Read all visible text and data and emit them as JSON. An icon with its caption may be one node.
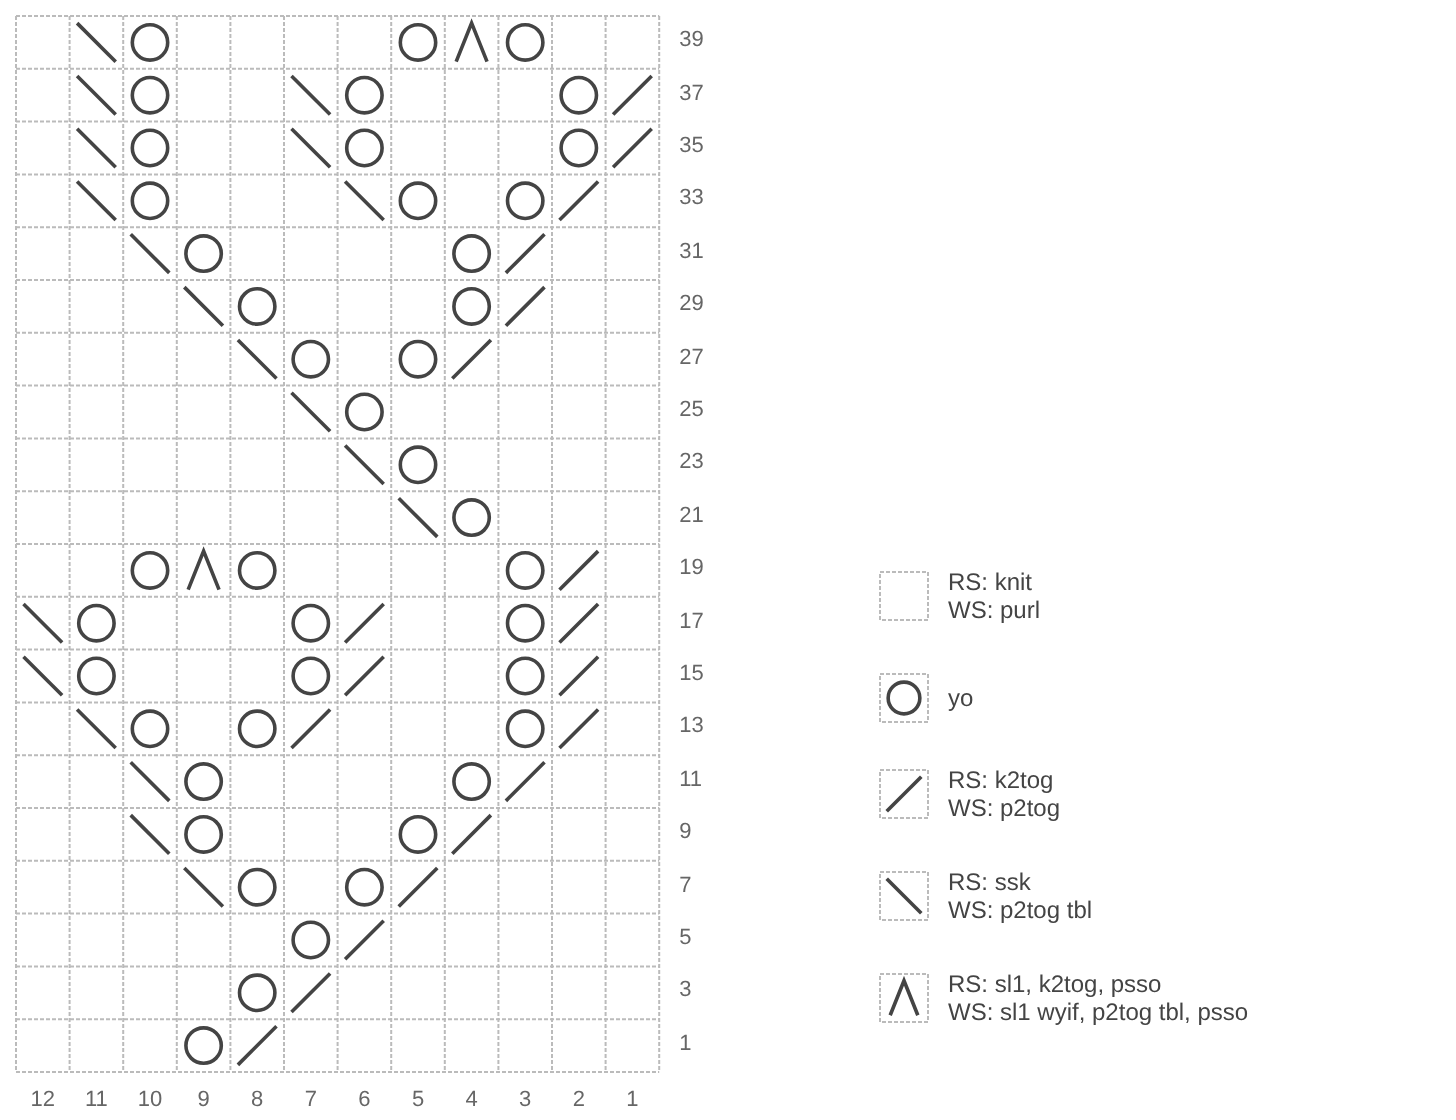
{
  "diagram": {
    "labels": [
      "39",
      "37",
      "35",
      "33",
      "31",
      "29",
      "27",
      "25",
      "23",
      "21",
      "19",
      "17",
      "15",
      "13",
      "11",
      "9",
      "7",
      "5",
      "3",
      "1",
      "12",
      "11",
      "10",
      "9",
      "8",
      "7",
      "6",
      "5",
      "4",
      "3",
      "2",
      "1"
    ],
    "legend": [
      {
        "text": "RS: knit WS: purl"
      },
      {
        "text": "yo"
      },
      {
        "text": "RS: k2tog WS: p2tog"
      },
      {
        "text": "RS: ssk WS: p2tog tbl"
      },
      {
        "text": "RS: sl1, k2tog, psso WS: sl1 wyif, p2tog tbl, psso"
      }
    ]
  }
}
